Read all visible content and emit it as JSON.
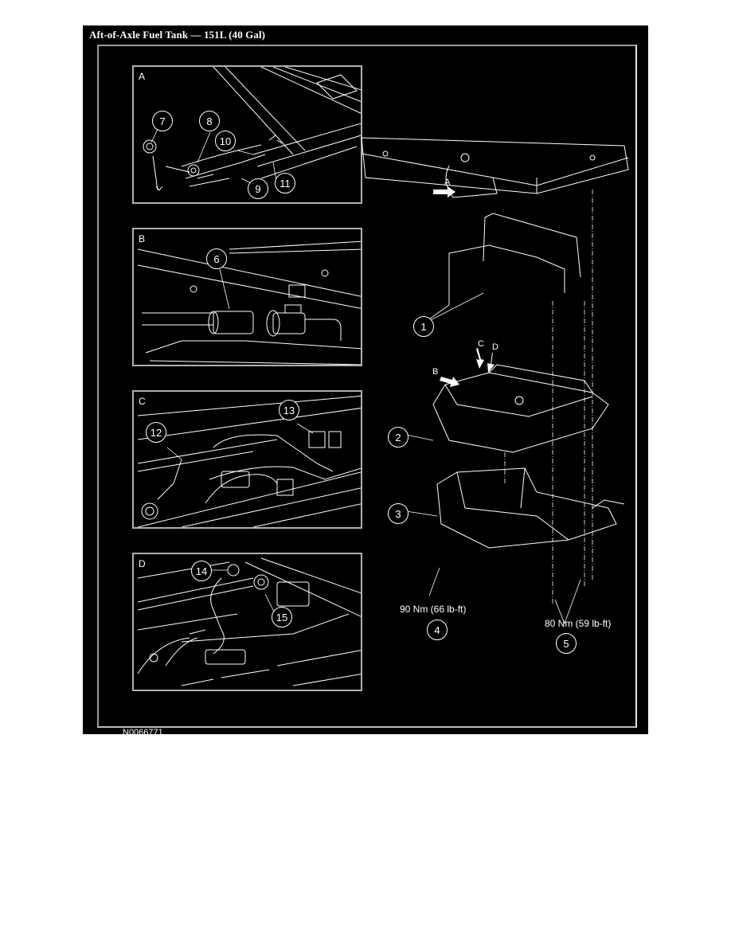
{
  "document": {
    "title": "Aft-of-Axle Fuel Tank — 151L (40 Gal)",
    "figure_id": "N0066771"
  },
  "detail_panels": [
    {
      "letter": "A",
      "callouts": [
        "7",
        "8",
        "10",
        "9",
        "11"
      ]
    },
    {
      "letter": "B",
      "callouts": [
        "6"
      ]
    },
    {
      "letter": "C",
      "callouts": [
        "12",
        "13"
      ]
    },
    {
      "letter": "D",
      "callouts": [
        "14",
        "15"
      ]
    }
  ],
  "main_view": {
    "view_arrows": [
      "A",
      "B",
      "C",
      "D"
    ],
    "callouts": [
      "1",
      "2",
      "3",
      "4",
      "5"
    ],
    "torque_specs": [
      {
        "callout": "4",
        "value": "90 Nm (66 lb-ft)"
      },
      {
        "callout": "5",
        "value": "80 Nm (59 lb-ft)"
      }
    ]
  },
  "colors": {
    "background": "#000000",
    "linework": "#ffffff",
    "frame": "#9a9a9a",
    "page": "#ffffff"
  }
}
